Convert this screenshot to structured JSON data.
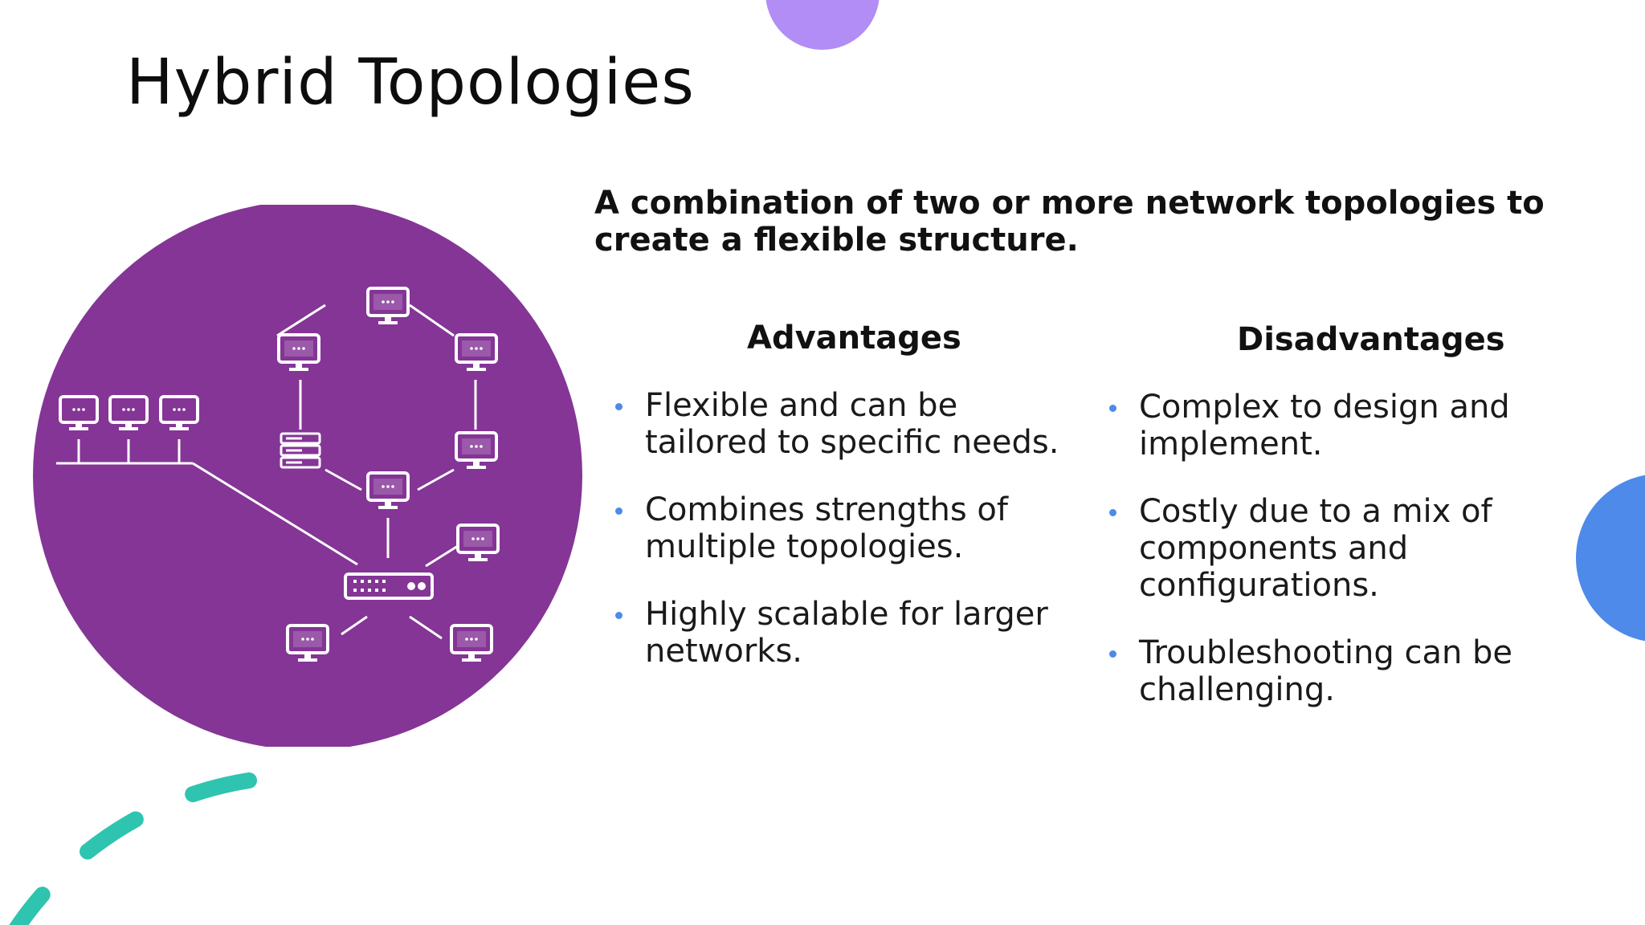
{
  "slide": {
    "title": "Hybrid Topologies",
    "intro": "A combination of two or more network topologies to create a flexible structure.",
    "advantages": {
      "heading": "Advantages",
      "items": [
        "Flexible and can be tailored to specific needs.",
        "Combines strengths of multiple topologies.",
        "Highly scalable for larger networks."
      ]
    },
    "disadvantages": {
      "heading": "Disadvantages",
      "items": [
        "Complex to design and implement.",
        "Costly due to a mix of components and configurations.",
        "Troubleshooting can be challenging."
      ]
    }
  },
  "colors": {
    "diagram_circle": "#843596",
    "decor_top_circle": "#b28df5",
    "decor_right_circle": "#4d8ae9",
    "decor_arc": "#2ec4b0",
    "bullet": "#4d8ae9"
  },
  "icons": [
    "computer-icon",
    "server-rack-icon",
    "network-switch-icon"
  ]
}
